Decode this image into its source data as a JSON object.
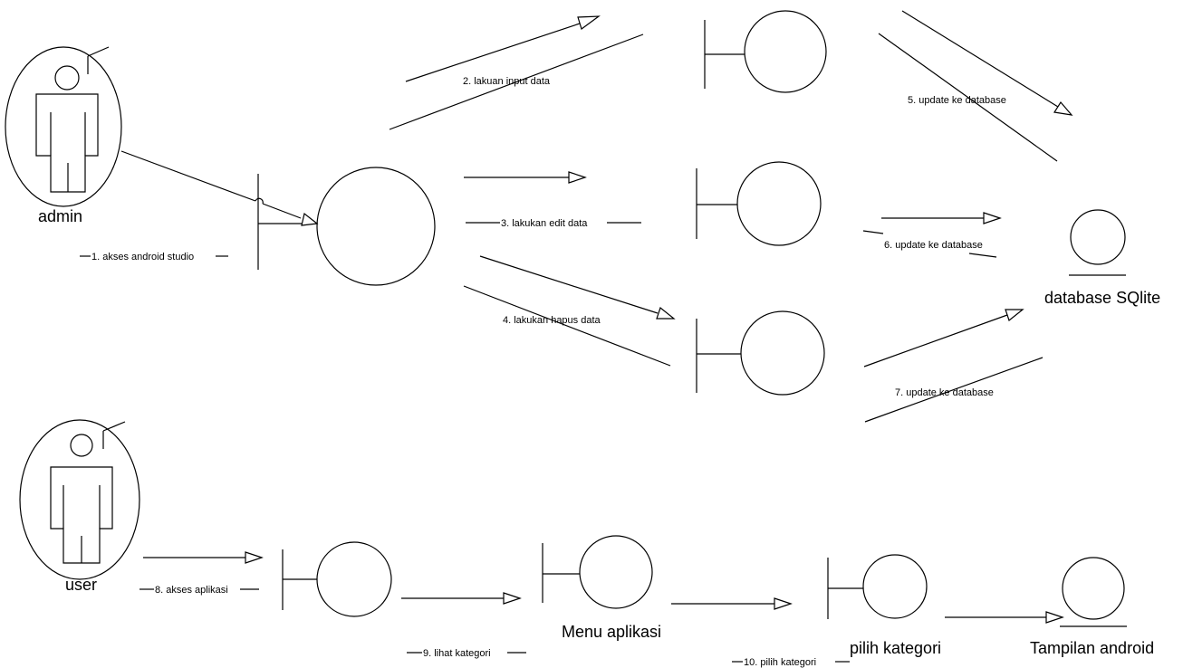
{
  "actors": {
    "admin": "admin",
    "user": "user"
  },
  "entities": {
    "database": "database SQlite",
    "tampilan": "Tampilan android"
  },
  "boundaries": {
    "menu": "Menu aplikasi",
    "pilih": "pilih kategori"
  },
  "messages": {
    "m1": "1. akses android studio",
    "m2": "2. lakuan input data",
    "m3": "3. lakukan edit data",
    "m4": "4. lakukan hapus data",
    "m5": "5. update ke database",
    "m6": "6. update ke database",
    "m7": "7. update ke database",
    "m8": "8. akses aplikasi",
    "m9": "9. lihat kategori",
    "m10": "10. pilih kategori"
  }
}
